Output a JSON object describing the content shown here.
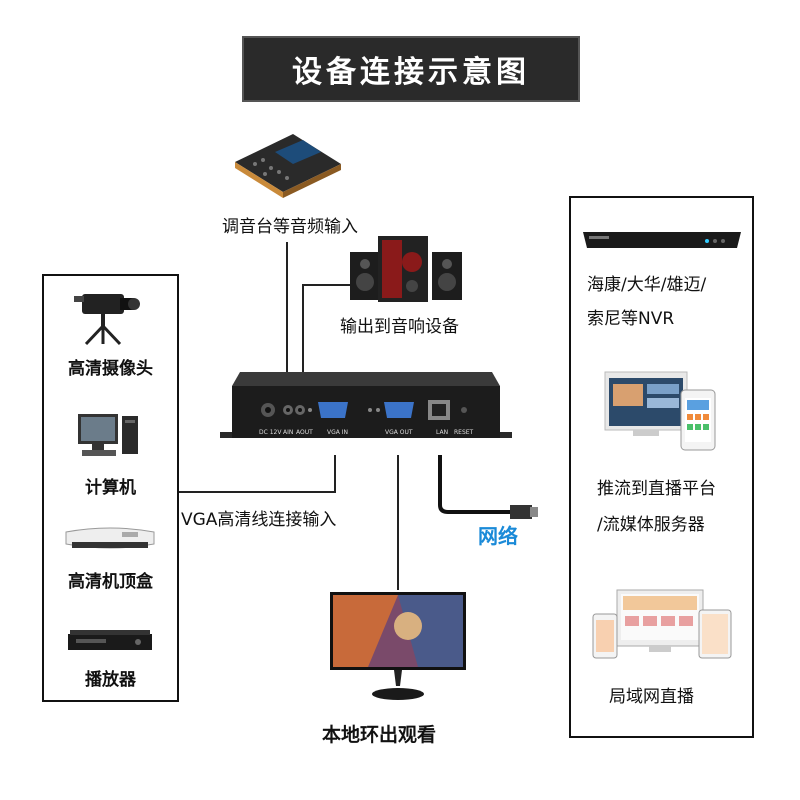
{
  "title": "设备连接示意图",
  "inputs": {
    "mixer": "调音台等音频输入",
    "speakers": "输出到音响设备",
    "vga_cable": "VGA高清线连接输入"
  },
  "left_sources": [
    {
      "label": "高清摄像头",
      "icon": "camcorder-icon"
    },
    {
      "label": "计算机",
      "icon": "desktop-computer-icon"
    },
    {
      "label": "高清机顶盒",
      "icon": "set-top-box-icon"
    },
    {
      "label": "播放器",
      "icon": "dvd-player-icon"
    }
  ],
  "encoder": {
    "ports": [
      "DC 12V",
      "AIN",
      "AOUT",
      "VGA IN",
      "VGA OUT",
      "LAN",
      "RESET"
    ]
  },
  "network_label": "网络",
  "monitor_label": "本地环出观看",
  "right_targets": [
    {
      "label_lines": [
        "海康/大华/雄迈/",
        "索尼等NVR"
      ],
      "icon": "nvr-icon"
    },
    {
      "label_lines": [
        "推流到直播平台",
        "/流媒体服务器"
      ],
      "icon": "streaming-devices-icon"
    },
    {
      "label_lines": [
        "局域网直播"
      ],
      "icon": "lan-live-devices-icon"
    }
  ]
}
